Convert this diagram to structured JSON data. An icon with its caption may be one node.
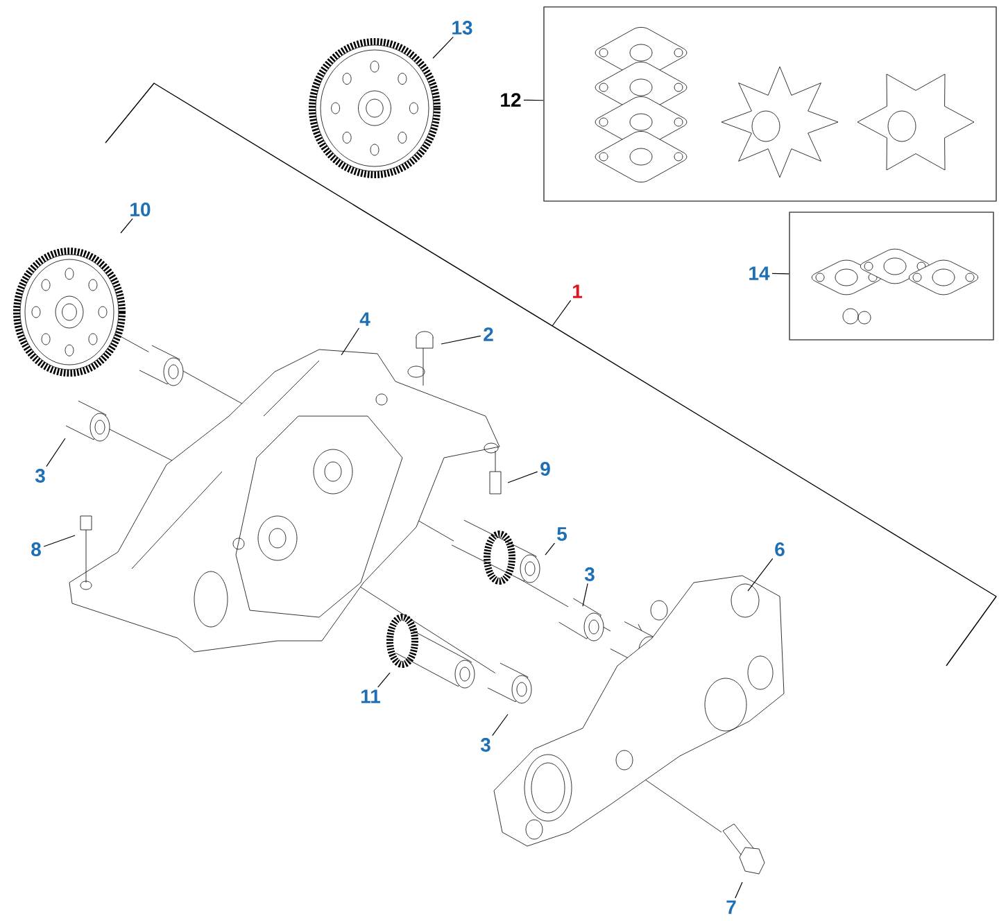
{
  "diagram": {
    "nodes": [
      {
        "text": [
          "13"
        ]
      },
      {
        "text": [],
        "shape": "box"
      },
      {
        "text": [
          "12"
        ]
      },
      {
        "text": [
          "10"
        ]
      },
      {
        "text": [],
        "shape": "box"
      },
      {
        "text": [
          "14"
        ]
      },
      {
        "text": [
          "1"
        ]
      },
      {
        "text": [
          "4"
        ]
      },
      {
        "text": [
          "2"
        ]
      },
      {
        "text": [
          "3"
        ]
      },
      {
        "text": [
          "9"
        ]
      },
      {
        "text": [
          "8"
        ]
      },
      {
        "text": [
          "5"
        ]
      },
      {
        "text": [
          "6"
        ]
      },
      {
        "text": [
          "3"
        ]
      },
      {
        "text": [
          "11"
        ]
      },
      {
        "text": [
          "3"
        ]
      },
      {
        "text": [
          "7"
        ]
      }
    ],
    "edges": [
      {
        "from": 0,
        "to": null,
        "arrow": "none"
      },
      {
        "from": 2,
        "to": 1,
        "arrow": "none"
      },
      {
        "from": 3,
        "to": null,
        "arrow": "none"
      },
      {
        "from": 5,
        "to": 4,
        "arrow": "none"
      },
      {
        "from": 6,
        "to": null,
        "arrow": "none"
      },
      {
        "from": 7,
        "to": null,
        "arrow": "none"
      },
      {
        "from": 8,
        "to": null,
        "arrow": "none"
      },
      {
        "from": 9,
        "to": null,
        "arrow": "none"
      },
      {
        "from": 10,
        "to": null,
        "arrow": "none"
      },
      {
        "from": 11,
        "to": null,
        "arrow": "none"
      },
      {
        "from": 12,
        "to": null,
        "arrow": "none"
      },
      {
        "from": 13,
        "to": null,
        "arrow": "none"
      },
      {
        "from": 14,
        "to": null,
        "arrow": "none"
      },
      {
        "from": 15,
        "to": null,
        "arrow": "none"
      },
      {
        "from": 16,
        "to": null,
        "arrow": "none"
      },
      {
        "from": 17,
        "to": null,
        "arrow": "none"
      }
    ]
  }
}
